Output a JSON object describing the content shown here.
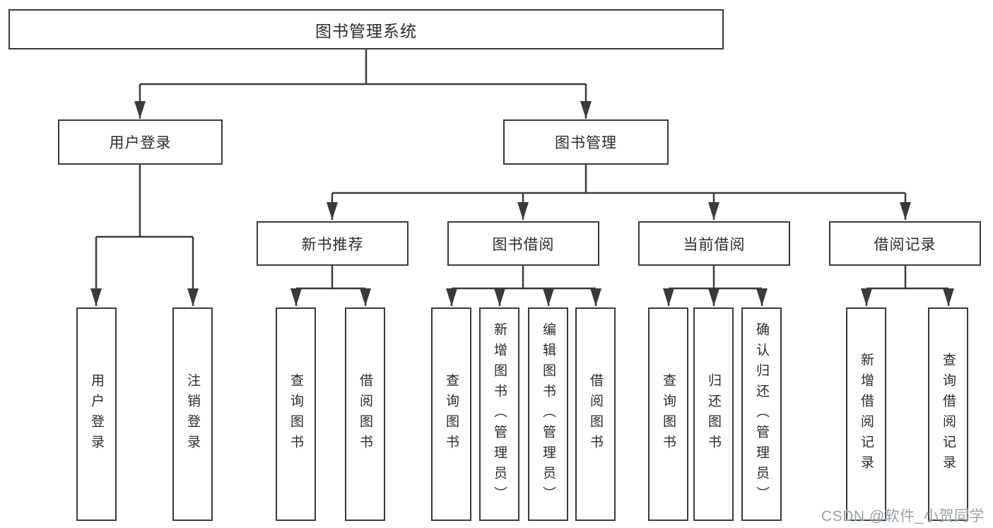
{
  "diagram": {
    "type": "hierarchy-tree",
    "title": "图书管理系统",
    "colors": {
      "line": "#3a3a3a",
      "box_border": "#3a3a3a",
      "box_fill": "#ffffff",
      "text": "#2b2b2b",
      "background": "#ffffff",
      "watermark": "#9aa0a6"
    },
    "nodes": {
      "root": {
        "label": "图书管理系统"
      },
      "user_login": {
        "label": "用户登录"
      },
      "book_management": {
        "label": "图书管理"
      },
      "new_book_recommend": {
        "label": "新书推荐"
      },
      "book_borrowing": {
        "label": "图书借阅"
      },
      "current_borrowing": {
        "label": "当前借阅"
      },
      "borrowing_records": {
        "label": "借阅记录"
      },
      "leaf_user_login": {
        "label": "用户登录"
      },
      "leaf_logout": {
        "label": "注销登录"
      },
      "leaf_query_books_recommend": {
        "label": "查询图书"
      },
      "leaf_borrow_books_recommend": {
        "label": "借阅图书"
      },
      "leaf_query_books_borrowing": {
        "label": "查询图书"
      },
      "leaf_add_books_admin": {
        "label": "新增图书（管理员）"
      },
      "leaf_edit_books_admin": {
        "label": "编辑图书（管理员）"
      },
      "leaf_borrow_books": {
        "label": "借阅图书"
      },
      "leaf_query_books_current": {
        "label": "查询图书"
      },
      "leaf_return_books": {
        "label": "归还图书"
      },
      "leaf_confirm_return_admin": {
        "label": "确认归还（管理员）"
      },
      "leaf_add_borrow_record": {
        "label": "新增借阅记录"
      },
      "leaf_query_borrow_record": {
        "label": "查询借阅记录"
      }
    },
    "edges": [
      [
        "图书管理系统",
        "用户登录"
      ],
      [
        "图书管理系统",
        "图书管理"
      ],
      [
        "用户登录",
        "用户登录"
      ],
      [
        "用户登录",
        "注销登录"
      ],
      [
        "图书管理",
        "新书推荐"
      ],
      [
        "图书管理",
        "图书借阅"
      ],
      [
        "图书管理",
        "当前借阅"
      ],
      [
        "图书管理",
        "借阅记录"
      ],
      [
        "新书推荐",
        "查询图书"
      ],
      [
        "新书推荐",
        "借阅图书"
      ],
      [
        "图书借阅",
        "查询图书"
      ],
      [
        "图书借阅",
        "新增图书（管理员）"
      ],
      [
        "图书借阅",
        "编辑图书（管理员）"
      ],
      [
        "图书借阅",
        "借阅图书"
      ],
      [
        "当前借阅",
        "查询图书"
      ],
      [
        "当前借阅",
        "归还图书"
      ],
      [
        "当前借阅",
        "确认归还（管理员）"
      ],
      [
        "借阅记录",
        "新增借阅记录"
      ],
      [
        "借阅记录",
        "查询借阅记录"
      ]
    ],
    "watermark": {
      "text": "CSDN @软件_小贺同学"
    }
  }
}
